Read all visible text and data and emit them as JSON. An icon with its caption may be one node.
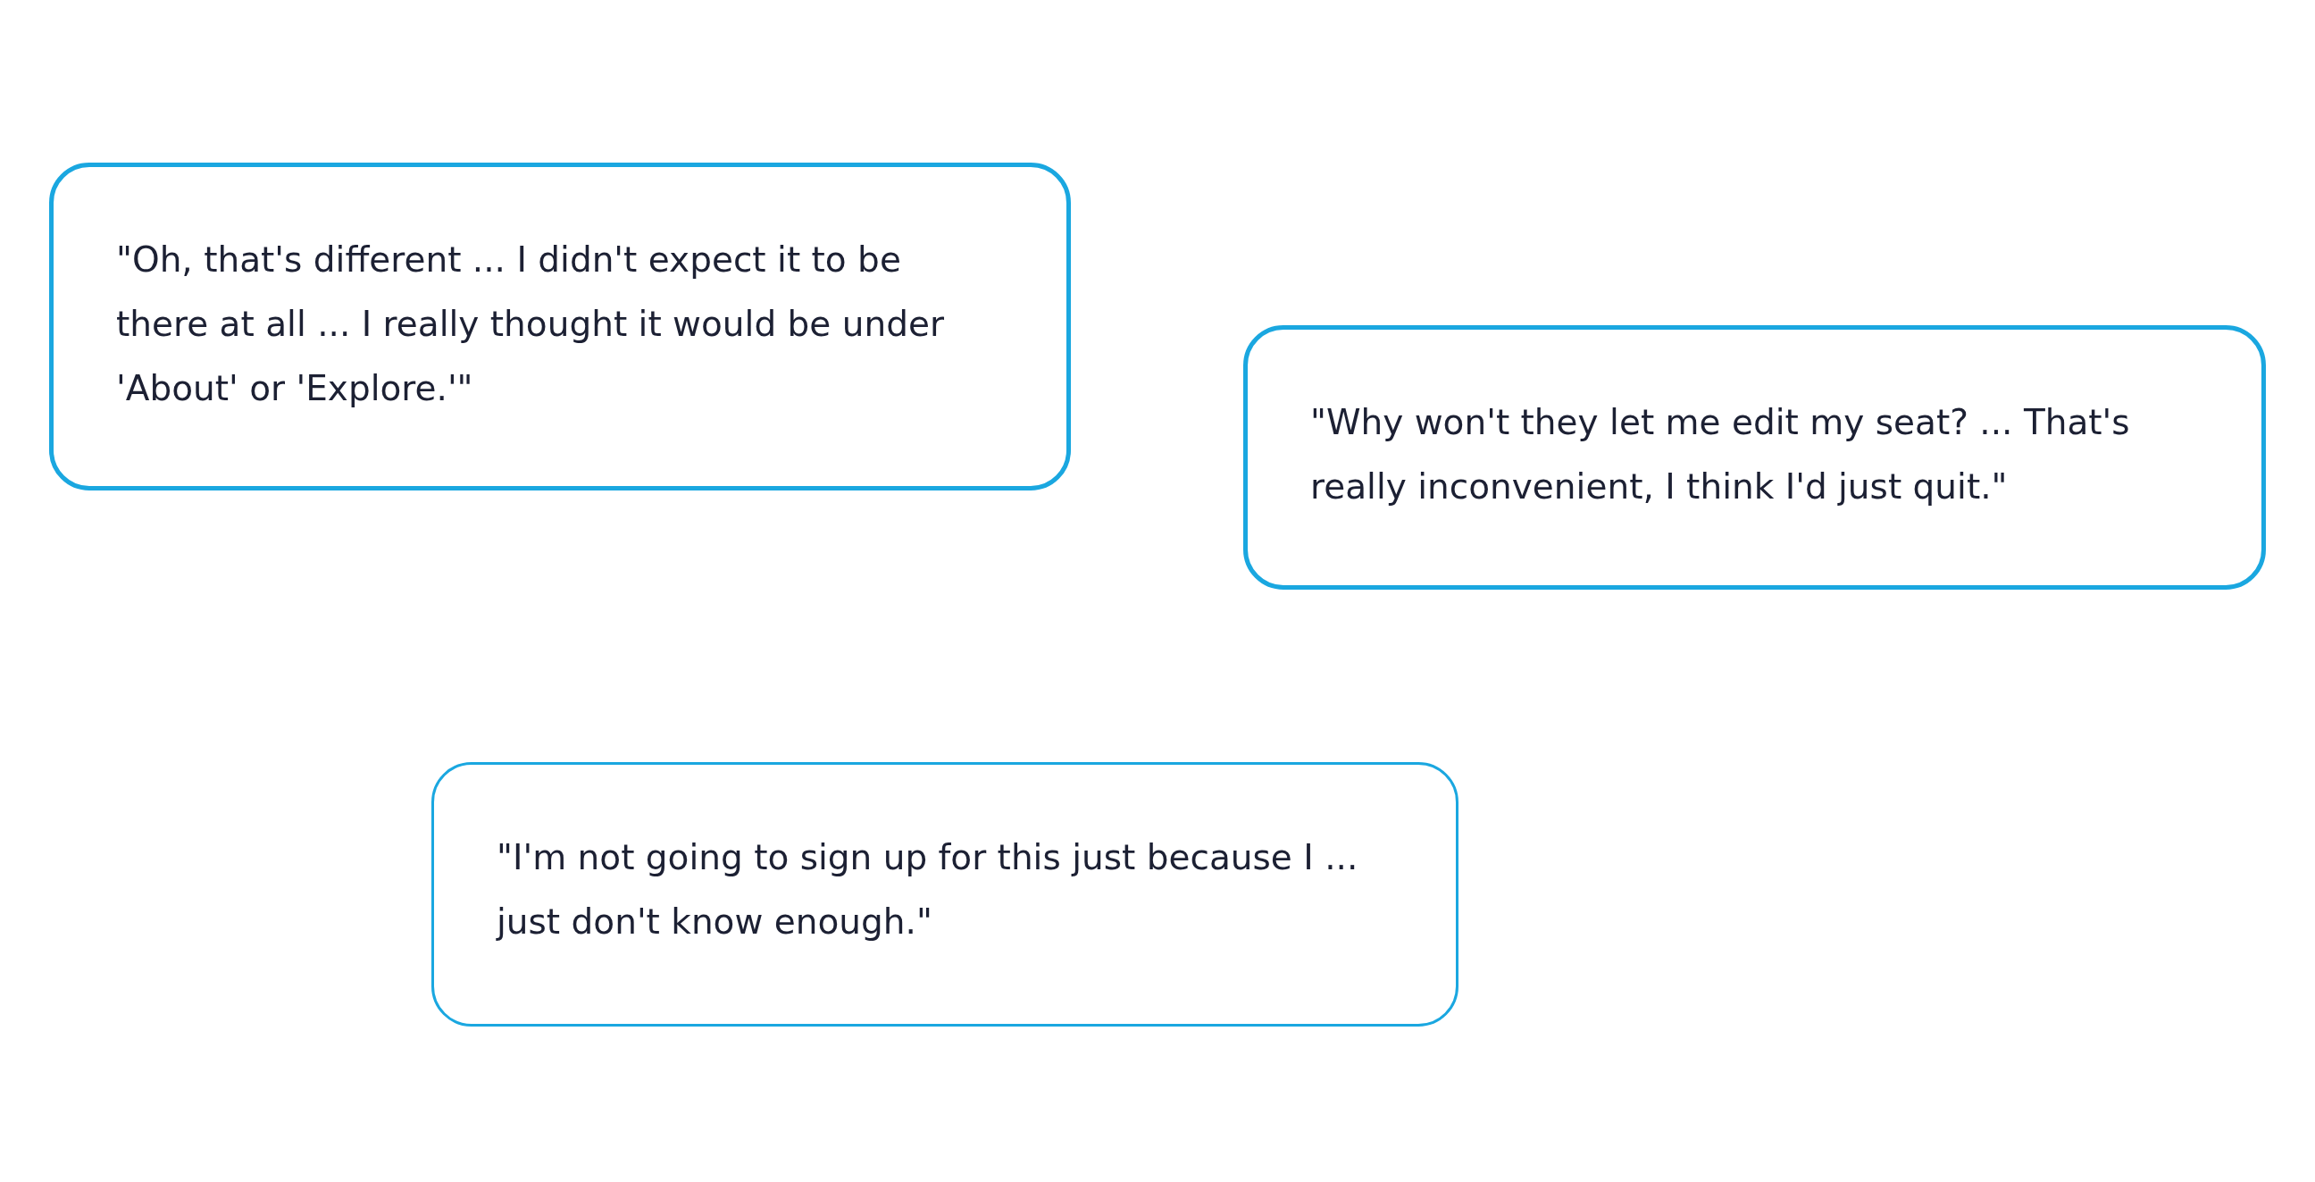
{
  "diagram": {
    "nodes": [
      {
        "text": [
          "\"Oh, that's different ... I didn't expect it to be there at all ... I really thought it would be under 'About' or 'Explore.'\""
        ]
      },
      {
        "text": [
          "\"Why won't they let me edit my seat? ... That's really inconvenient, I think I'd just quit.\""
        ]
      },
      {
        "text": [
          "\"I'm not going to sign up for this just because I ... just don't know enough.\""
        ]
      }
    ]
  }
}
